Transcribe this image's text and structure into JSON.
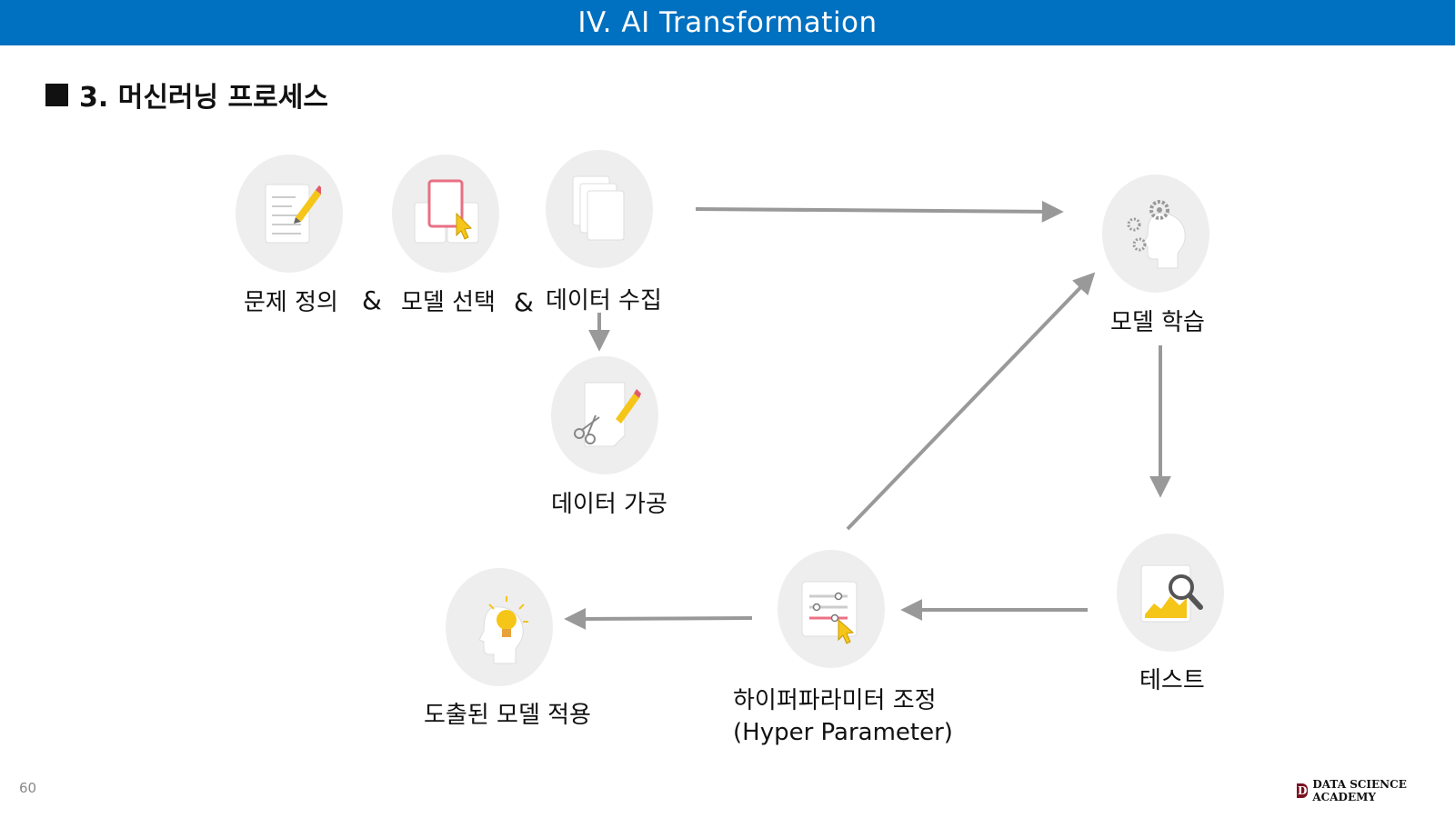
{
  "header": {
    "title": "IV. AI Transformation"
  },
  "section": {
    "title": "3. 머신러닝 프로세스"
  },
  "diagram": {
    "connectors": {
      "amp1": "&",
      "amp2": "&"
    },
    "nodes": {
      "problem_definition": {
        "label": "문제 정의",
        "icon": "document-pencil-icon"
      },
      "model_selection": {
        "label": "모델 선택",
        "icon": "card-cursor-icon"
      },
      "data_collection": {
        "label": "데이터 수집",
        "icon": "stacked-pages-icon"
      },
      "data_processing": {
        "label": "데이터 가공",
        "icon": "page-scissors-pencil-icon"
      },
      "model_training": {
        "label": "모델 학습",
        "icon": "head-gears-icon"
      },
      "test": {
        "label": "테스트",
        "icon": "chart-magnifier-icon"
      },
      "hyperparameter_tuning": {
        "label_line1": "하이퍼파라미터 조정",
        "label_line2": "(Hyper Parameter)",
        "icon": "sliders-cursor-icon"
      },
      "model_application": {
        "label": "도출된 모델 적용",
        "icon": "head-lightbulb-icon"
      }
    }
  },
  "footer": {
    "page_number": "60",
    "brand": "DATA SCIENCE ACADEMY",
    "brand_logo_letter": "D"
  }
}
